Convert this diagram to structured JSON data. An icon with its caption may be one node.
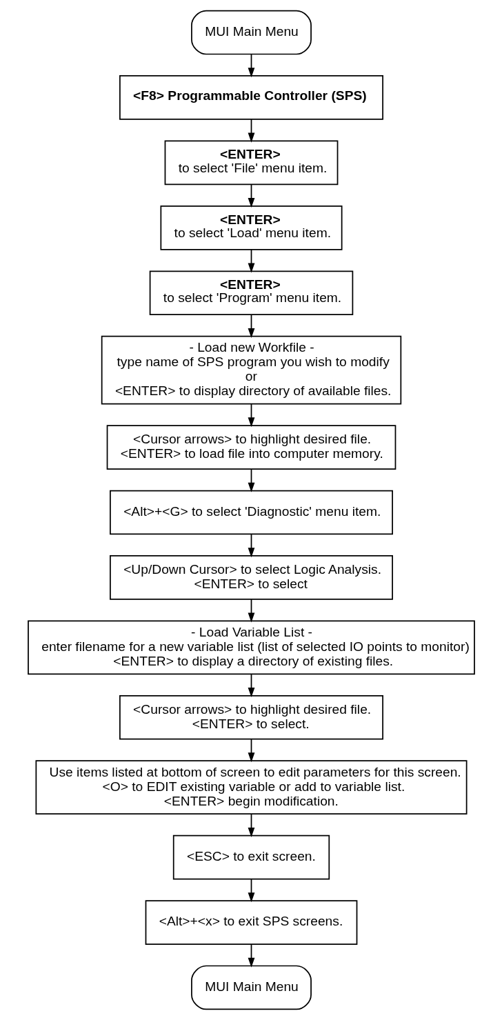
{
  "diagram": {
    "nodes": [
      {
        "text": [
          "MUI Main Menu"
        ]
      },
      {
        "text": [
          "<F8> Programmable Controller (SPS)"
        ]
      },
      {
        "text": [
          "<ENTER>",
          "to select 'File' menu item."
        ]
      },
      {
        "text": [
          "<ENTER>",
          "to select 'Load' menu item."
        ]
      },
      {
        "text": [
          "<ENTER>",
          "to select 'Program' menu item."
        ]
      },
      {
        "text": [
          "- Load new Workfile -",
          "type name of SPS program you wish to modify",
          "or",
          "<ENTER> to display directory of available files."
        ]
      },
      {
        "text": [
          "<Cursor arrows> to highlight desired file.",
          "<ENTER> to load file into computer memory."
        ]
      },
      {
        "text": [
          "<Alt>+<G> to select 'Diagnostic' menu item."
        ]
      },
      {
        "text": [
          "<Up/Down Cursor> to select Logic Analysis.",
          "<ENTER> to select"
        ]
      },
      {
        "text": [
          "- Load Variable List -",
          "enter filename for a new variable list (list of selected IO points to monitor)",
          "<ENTER> to display a directory of existing files."
        ]
      },
      {
        "text": [
          "<Cursor arrows> to highlight desired file.",
          "<ENTER> to select."
        ]
      },
      {
        "text": [
          "Use items listed at bottom of screen to edit parameters for this screen.",
          "<O> to EDIT existing variable or add to variable list.",
          "<ENTER> begin modification."
        ]
      },
      {
        "text": [
          "<ESC> to exit screen."
        ]
      },
      {
        "text": [
          "<Alt>+<x> to exit SPS screens."
        ]
      },
      {
        "text": [
          "MUI Main Menu"
        ]
      }
    ],
    "edges": [
      {
        "from": 0,
        "to": 1,
        "arrow": "to"
      },
      {
        "from": 1,
        "to": 2,
        "arrow": "to"
      },
      {
        "from": 2,
        "to": 3,
        "arrow": "to"
      },
      {
        "from": 3,
        "to": 4,
        "arrow": "to"
      },
      {
        "from": 4,
        "to": 5,
        "arrow": "to"
      },
      {
        "from": 5,
        "to": 6,
        "arrow": "to"
      },
      {
        "from": 6,
        "to": 7,
        "arrow": "to"
      },
      {
        "from": 7,
        "to": 8,
        "arrow": "to"
      },
      {
        "from": 8,
        "to": 9,
        "arrow": "to"
      },
      {
        "from": 9,
        "to": 10,
        "arrow": "to"
      },
      {
        "from": 10,
        "to": 11,
        "arrow": "to"
      },
      {
        "from": 11,
        "to": 12,
        "arrow": "to"
      },
      {
        "from": 12,
        "to": 13,
        "arrow": "to"
      },
      {
        "from": 13,
        "to": 14,
        "arrow": "to"
      }
    ]
  }
}
